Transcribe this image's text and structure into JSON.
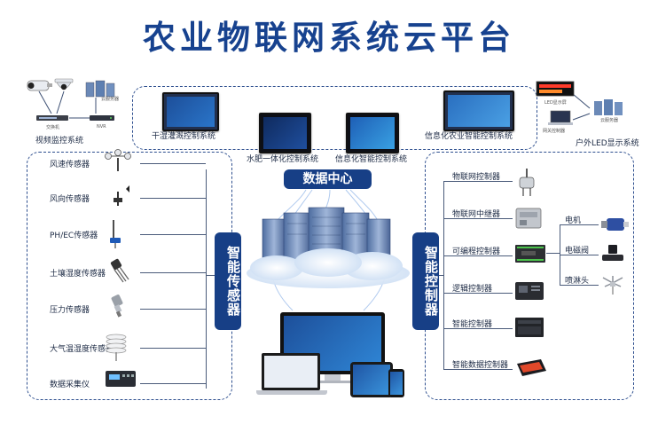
{
  "title": "农业物联网系统云平台",
  "center": {
    "data_center": "数据中心",
    "sensors_badge": "智能传感器",
    "controllers_badge": "智能控制器"
  },
  "top": {
    "video": "视频监控系统",
    "video_parts": [
      "交换机",
      "NVR",
      "云服务器"
    ],
    "drip": "干湿灌溉控制系统",
    "fertigation": "水肥一体化控制系统",
    "info_smart": "信息化智能控制系统",
    "info_agri": "信息化农业智能控制系统",
    "led": "户外LED显示系统",
    "led_parts": [
      "LED显示屏",
      "云服务器",
      "网关控制器"
    ]
  },
  "sensors": [
    {
      "label": "风速传感器",
      "icon": "anemometer-icon"
    },
    {
      "label": "风向传感器",
      "icon": "wind-vane-icon"
    },
    {
      "label": "PH/EC传感器",
      "icon": "ph-probe-icon"
    },
    {
      "label": "土壤湿度传感器",
      "icon": "soil-probe-icon"
    },
    {
      "label": "压力传感器",
      "icon": "pressure-sensor-icon"
    },
    {
      "label": "大气温湿度传感器",
      "icon": "louver-shield-icon"
    },
    {
      "label": "数据采集仪",
      "icon": "data-logger-icon"
    }
  ],
  "controllers": [
    {
      "label": "物联网控制器",
      "icon": "antenna-controller-icon"
    },
    {
      "label": "物联网中继器",
      "icon": "relay-box-icon"
    },
    {
      "label": "可编程控制器",
      "icon": "plc-icon"
    },
    {
      "label": "逻辑控制器",
      "icon": "logic-controller-icon"
    },
    {
      "label": "智能控制器",
      "icon": "smart-controller-icon"
    },
    {
      "label": "智能数据控制器",
      "icon": "data-controller-icon"
    }
  ],
  "actuators": [
    {
      "label": "电机",
      "icon": "motor-icon"
    },
    {
      "label": "电磁阀",
      "icon": "solenoid-valve-icon"
    },
    {
      "label": "喷淋头",
      "icon": "sprinkler-icon"
    }
  ],
  "colors": {
    "brand": "#17428f",
    "badge": "#173f86",
    "line": "#4a5b7a"
  }
}
